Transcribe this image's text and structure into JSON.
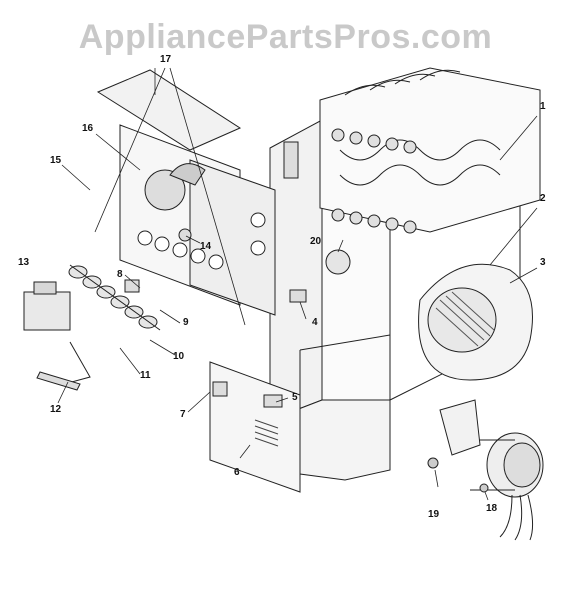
{
  "watermark": "AppliancePartsPros.com",
  "callouts": {
    "c1": "1",
    "c2": "2",
    "c3": "3",
    "c4": "4",
    "c5": "5",
    "c6": "6",
    "c7": "7",
    "c8": "8",
    "c9": "9",
    "c10": "10",
    "c11": "11",
    "c12": "12",
    "c13": "13",
    "c14": "14",
    "c15": "15",
    "c16": "16",
    "c17": "17",
    "c18": "18",
    "c19": "19",
    "c20": "20"
  }
}
